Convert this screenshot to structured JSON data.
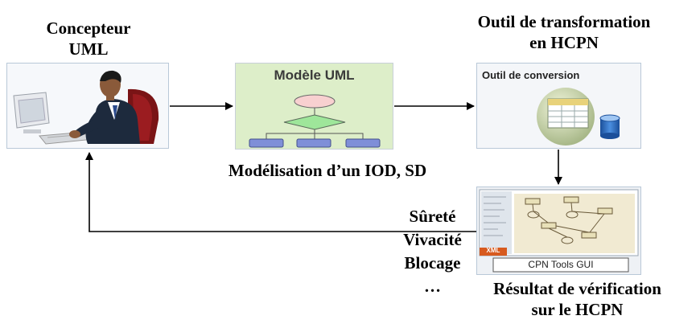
{
  "designer": {
    "title_line1": "Concepteur",
    "title_line2": "UML"
  },
  "uml_model": {
    "header": "Modèle UML",
    "caption": "Modélisation d’un IOD, SD"
  },
  "tool": {
    "title_line1": "Outil de transformation",
    "title_line2": "en HCPN",
    "box_header": "Outil de conversion"
  },
  "result": {
    "gui_label": "CPN Tools GUI",
    "xml_tag": "XML",
    "caption_line1": "Résultat de vérification",
    "caption_line2": "sur le HCPN"
  },
  "properties": [
    "Sûreté",
    "Vivacité",
    "Blocage",
    "…"
  ],
  "colors": {
    "panel_bg": "#ddeec9",
    "flow_blue": "#7f8fd8",
    "diamond_green": "#9ee69a",
    "ellipse_pink": "#f8d0d0",
    "cyl_blue": "#2b6fc0",
    "xml_orange": "#d75a1e"
  }
}
